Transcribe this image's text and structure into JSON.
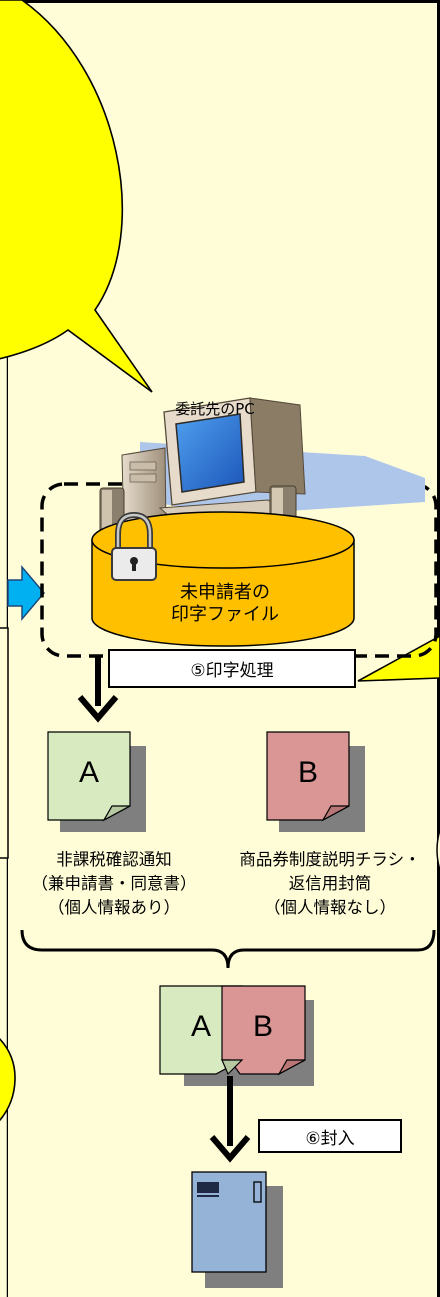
{
  "pc_label": "委託先のPC",
  "db_label": [
    "未申請者の",
    "印字ファイル"
  ],
  "step5_label": "⑤印字処理",
  "step6_label": "⑥封入",
  "doc_a": {
    "letter": "A",
    "caption": [
      "非課税確認通知",
      "（兼申請書・同意書）",
      "（個人情報あり）"
    ],
    "color": "#d8eabf"
  },
  "doc_b": {
    "letter": "B",
    "caption": [
      "商品券制度説明チラシ・",
      "返信用封筒",
      "（個人情報なし）"
    ],
    "color": "#d99694"
  },
  "envelope_color": "#95b3d7",
  "panel_color": "#fffdd8",
  "callout_color": "#ffff00",
  "arrow_color": "#00b0f0",
  "icons": [
    "desktop-computer-icon",
    "padlock-icon",
    "database-cylinder-icon",
    "envelope-icon"
  ]
}
